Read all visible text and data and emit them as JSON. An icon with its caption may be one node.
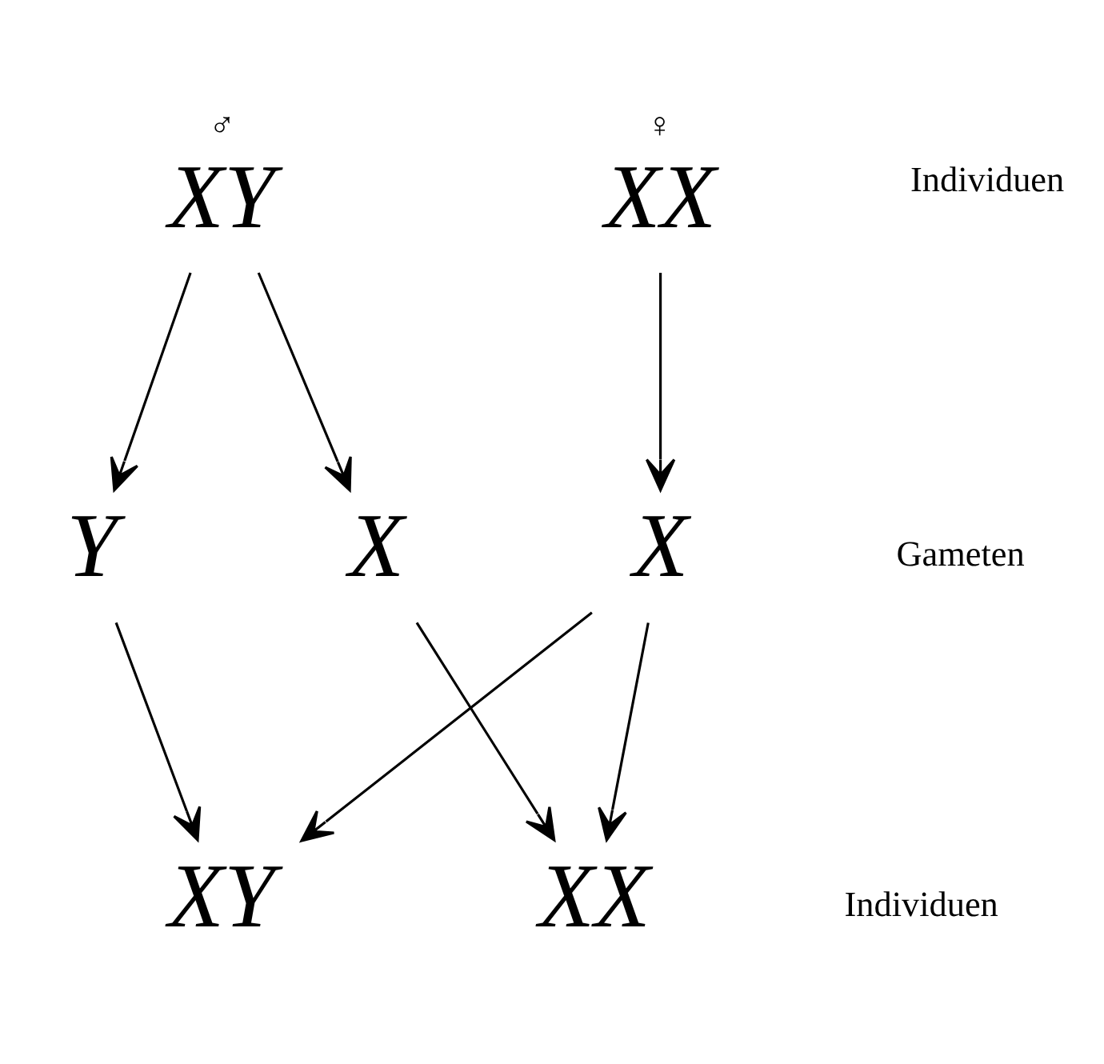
{
  "diagram": {
    "nodes": [
      {
        "text": [
          "XX"
        ],
        "beside": [
          "♀"
        ]
      },
      {
        "text": [
          "XY"
        ],
        "beside": [
          "♂"
        ]
      },
      {
        "text": [
          "X"
        ]
      },
      {
        "text": [
          "X"
        ]
      },
      {
        "text": [
          "Y"
        ]
      },
      {
        "text": [
          "XX"
        ]
      },
      {
        "text": [
          "XY"
        ]
      }
    ],
    "edges": [
      {
        "from": 0,
        "to": 2,
        "arrow": "to"
      },
      {
        "from": 1,
        "to": 3,
        "arrow": "to"
      },
      {
        "from": 1,
        "to": 4,
        "arrow": "to"
      },
      {
        "from": 2,
        "to": 5,
        "arrow": "to"
      },
      {
        "from": 2,
        "to": 6,
        "arrow": "to"
      },
      {
        "from": 3,
        "to": 5,
        "arrow": "to"
      },
      {
        "from": 4,
        "to": 6,
        "arrow": "to"
      }
    ],
    "labels": [
      "Individuen",
      "Gameten",
      "Individuen"
    ]
  }
}
